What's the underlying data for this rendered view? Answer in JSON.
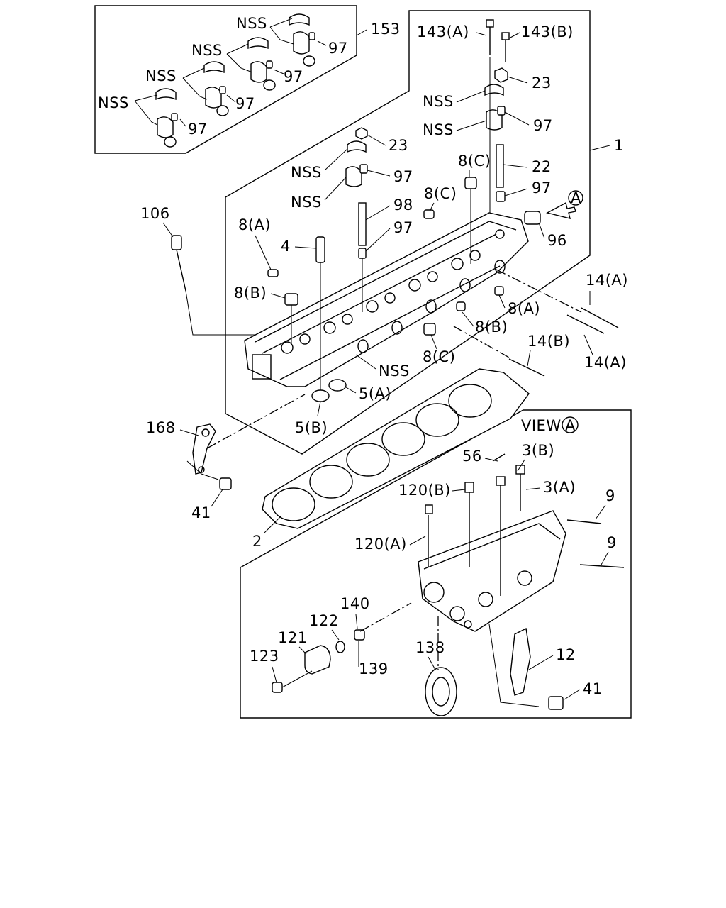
{
  "labels": {
    "nss": "NSS",
    "p97": "97",
    "p153": "153",
    "p143a": "143(A)",
    "p143b": "143(B)",
    "p23": "23",
    "p1": "1",
    "p22": "22",
    "p96": "96",
    "p98": "98",
    "p106": "106",
    "p4": "4",
    "p8a": "8(A)",
    "p8b": "8(B)",
    "p8c": "8(C)",
    "p14a": "14(A)",
    "p14b": "14(B)",
    "p5a": "5(A)",
    "p5b": "5(B)",
    "p168": "168",
    "p41": "41",
    "p2": "2",
    "view": "VIEW",
    "circle_a": "A",
    "p56": "56",
    "p3a": "3(A)",
    "p3b": "3(B)",
    "p120a": "120(A)",
    "p120b": "120(B)",
    "p9": "9",
    "p140": "140",
    "p122": "122",
    "p121": "121",
    "p123": "123",
    "p139": "139",
    "p138": "138",
    "p12": "12"
  }
}
